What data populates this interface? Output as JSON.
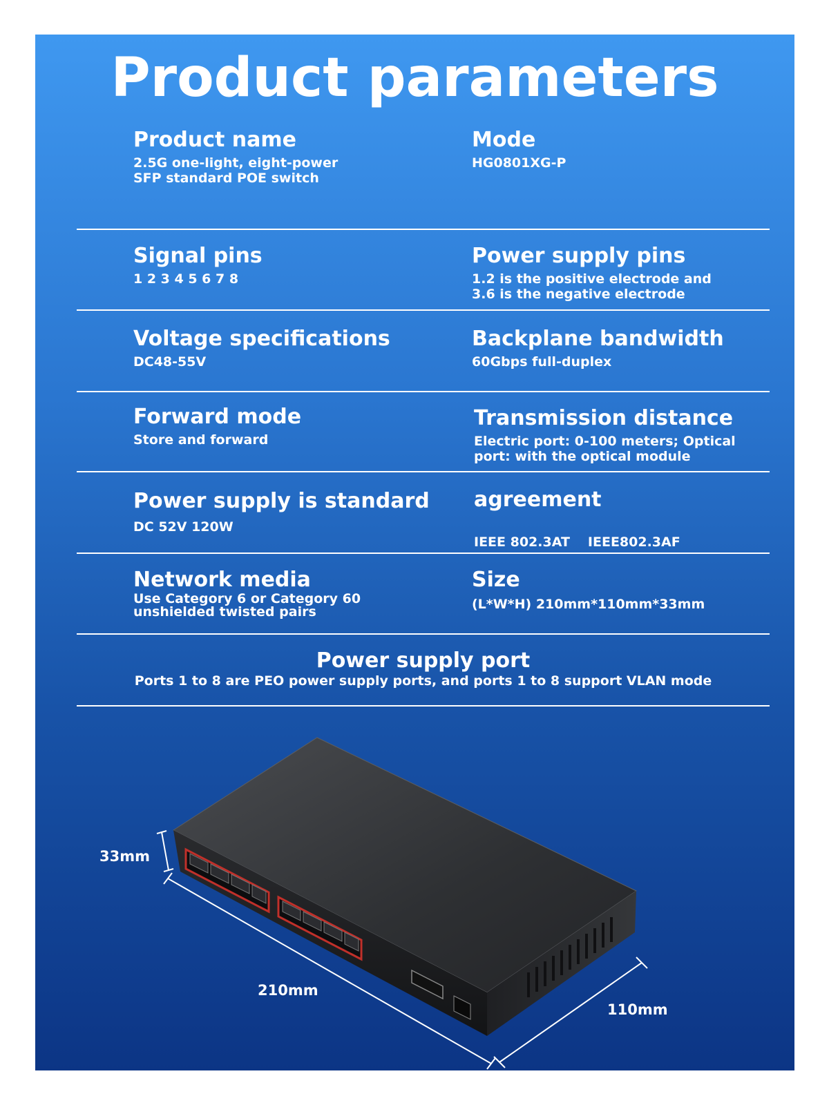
{
  "title": "Product parameters",
  "rows": [
    {
      "left": {
        "label": "Product name",
        "value": "2.5G one-light, eight-power\n SFP standard POE switch"
      },
      "right": {
        "label": "Mode",
        "value": "HG0801XG-P"
      }
    },
    {
      "left": {
        "label": "Signal pins",
        "value": "1 2 3 4 5 6 7 8"
      },
      "right": {
        "label": "Power supply pins",
        "value": "1.2 is the positive electrode and\n3.6 is the negative electrode"
      }
    },
    {
      "left": {
        "label": "Voltage specifications",
        "value": "DC48-55V"
      },
      "right": {
        "label": "Backplane bandwidth",
        "value": "60Gbps full-duplex"
      }
    },
    {
      "left": {
        "label": "Forward mode",
        "value": "Store and forward"
      },
      "right": {
        "label": "Transmission distance",
        "value": "Electric port: 0-100 meters; Optical\nport: with the optical module"
      }
    },
    {
      "left": {
        "label": "Power supply is standard",
        "value": "DC 52V 120W"
      },
      "right": {
        "label": "agreement",
        "values": [
          "IEEE 802.3AT",
          "IEEE802.3AF"
        ]
      }
    },
    {
      "left": {
        "label": "Network media",
        "value": "Use Category 6 or Category 60\nunshielded twisted pairs"
      },
      "right": {
        "label": "Size",
        "value": "(L*W*H) 210mm*110mm*33mm"
      }
    }
  ],
  "port": {
    "label": "Power supply port",
    "value": "Ports 1 to 8 are PEO power supply ports, and ports 1 to 8 support VLAN mode"
  },
  "dimensions": {
    "height": "33mm",
    "length": "210mm",
    "width": "110mm"
  },
  "icons": {
    "device": "poe-switch-device-image"
  }
}
